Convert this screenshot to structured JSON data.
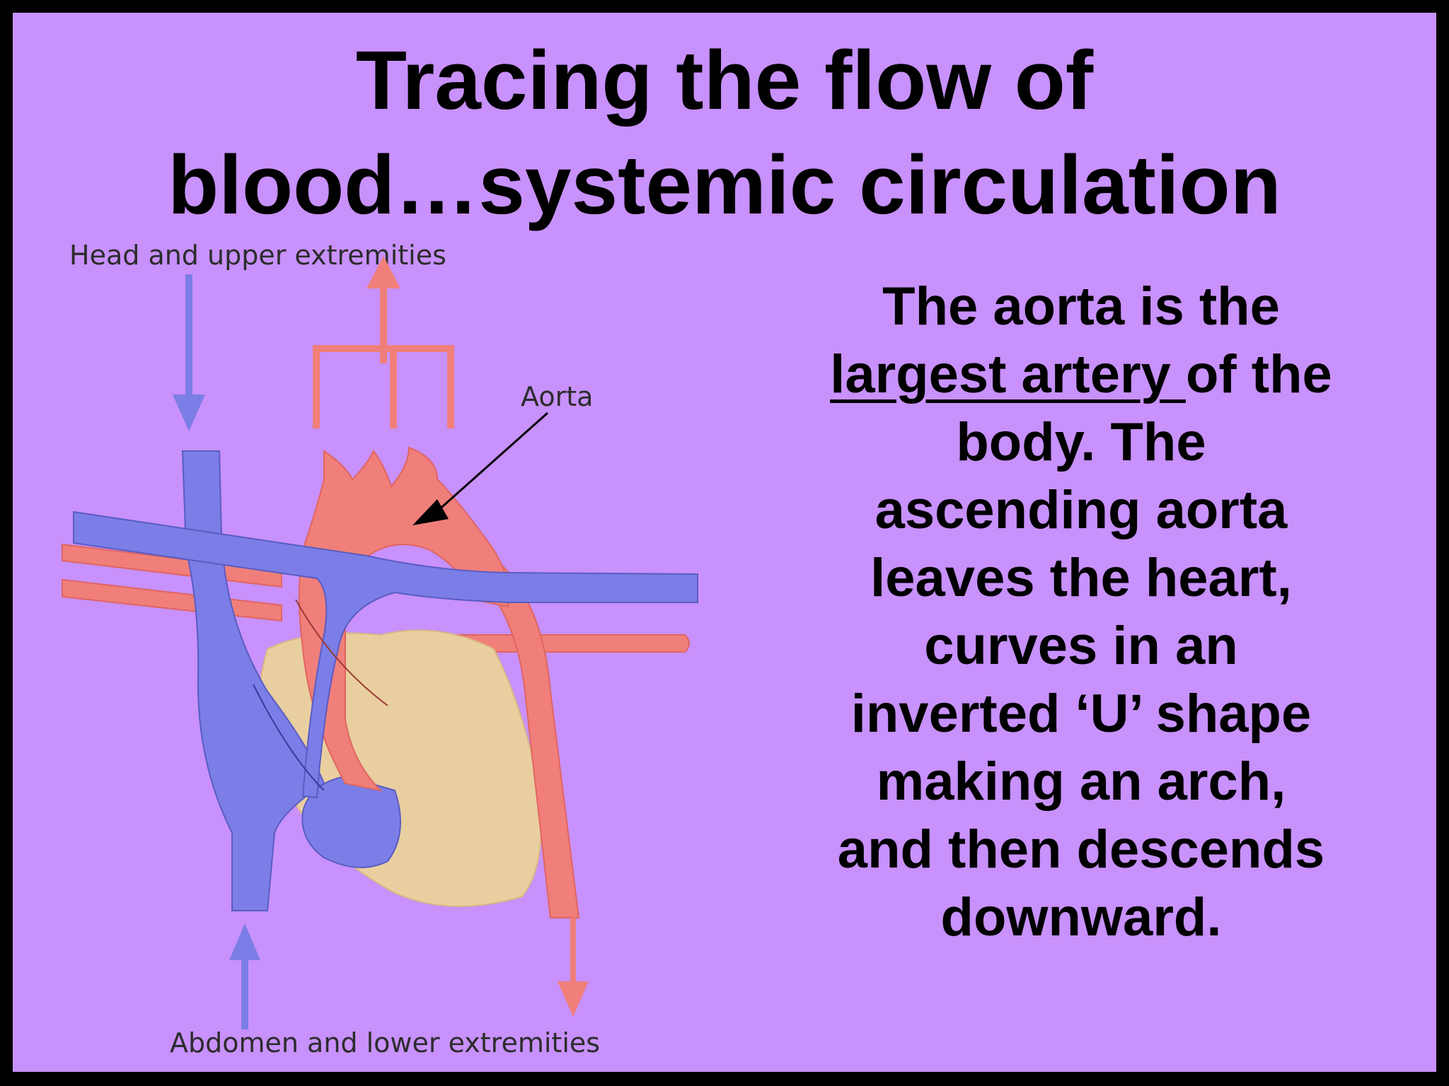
{
  "title": {
    "line1": "Tracing the flow of",
    "line2": "blood…systemic circulation"
  },
  "diagram": {
    "label_top": "Head and upper extremities",
    "label_aorta": "Aorta",
    "label_bottom": "Abdomen and lower extremities",
    "colors": {
      "artery": "#f07f7a",
      "artery_outline": "#e9726d",
      "vein": "#7b7ee6",
      "vein_dark": "#6b6bd6",
      "heart_muscle": "#e9cfa0",
      "background": "#c891fc"
    }
  },
  "text": {
    "l1": "The aorta is the",
    "l2_underlined": "largest artery ",
    "l2_rest": "of the",
    "l3": "body. The",
    "l4": "ascending aorta",
    "l5": "leaves the heart,",
    "l6": "curves in an",
    "l7": "inverted ‘U’ shape",
    "l8": "making an arch,",
    "l9": "and then descends",
    "l10": "downward."
  }
}
